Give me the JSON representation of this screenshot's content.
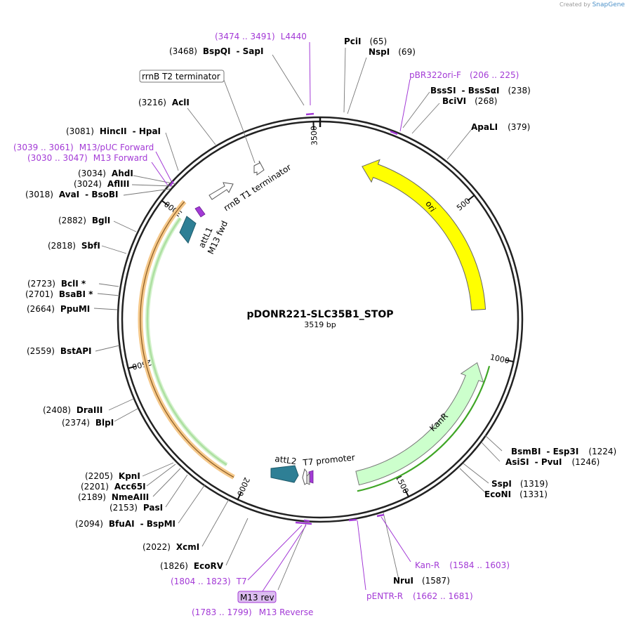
{
  "credit": {
    "prefix": "Created by",
    "brand": "SnapGene"
  },
  "plasmid": {
    "name": "pDONR221-SLC35B1_STOP",
    "size": "3519 bp",
    "length": 3519
  },
  "colors": {
    "primer": "#a33ad6",
    "ori": "#ffff00",
    "kanr": "#ccffcc",
    "attl": "#2e7f95",
    "orange_bar": "#f5c88a",
    "green_bar": "#3fa626"
  },
  "ticks": [
    {
      "bp": 500,
      "label": "500"
    },
    {
      "bp": 1000,
      "label": "1000"
    },
    {
      "bp": 1500,
      "label": "1500"
    },
    {
      "bp": 2000,
      "label": "2000"
    },
    {
      "bp": 2500,
      "label": "2500"
    },
    {
      "bp": 3000,
      "label": "3000"
    },
    {
      "bp": 3500,
      "label": "3500"
    }
  ],
  "features": [
    {
      "name": "ori",
      "label": "ori"
    },
    {
      "name": "kanr",
      "label": "KanR"
    },
    {
      "name": "attl1",
      "label": "attL1"
    },
    {
      "name": "m13fwd",
      "label": "M13 fwd"
    },
    {
      "name": "rrnbt1",
      "label": "rrnB T1 terminator"
    },
    {
      "name": "attl2",
      "label": "attL2"
    },
    {
      "name": "t7",
      "label": "T7 promoter"
    }
  ],
  "boxed_labels": {
    "rrnb_t2": "rrnB T2 terminator",
    "m13rev": "M13 rev"
  },
  "sites": [
    {
      "id": "l4440",
      "text": [
        "(3474 .. 3491)",
        "L4440"
      ]
    },
    {
      "id": "bspqi",
      "text": [
        "(3468)",
        "BspQI",
        "- SapI"
      ]
    },
    {
      "id": "pcii",
      "text": [
        "PciI",
        "(65)"
      ]
    },
    {
      "id": "nspi",
      "text": [
        "NspI",
        "(69)"
      ]
    },
    {
      "id": "pbr322",
      "text": [
        "pBR322ori-F",
        "(206 .. 225)"
      ]
    },
    {
      "id": "bsssi",
      "text": [
        "BssSI",
        "- BssSαI",
        "(238)"
      ]
    },
    {
      "id": "bcivi",
      "text": [
        "BciVI",
        "(268)"
      ]
    },
    {
      "id": "apali",
      "text": [
        "ApaLI",
        "(379)"
      ]
    },
    {
      "id": "acli",
      "text": [
        "(3216)",
        "AclI"
      ]
    },
    {
      "id": "hincii",
      "text": [
        "(3081)",
        "HincII",
        "- HpaI"
      ]
    },
    {
      "id": "m13puc",
      "text": [
        "(3039 .. 3061)",
        "M13/pUC Forward"
      ]
    },
    {
      "id": "m13fwdprimer",
      "text": [
        "(3030 .. 3047)",
        "M13 Forward"
      ]
    },
    {
      "id": "ahdi",
      "text": [
        "(3034)",
        "AhdI"
      ]
    },
    {
      "id": "aflii",
      "text": [
        "(3024)",
        "AflIII"
      ]
    },
    {
      "id": "avai",
      "text": [
        "(3018)",
        "AvaI",
        "- BsoBI"
      ]
    },
    {
      "id": "bgli",
      "text": [
        "(2882)",
        "BglI"
      ]
    },
    {
      "id": "sbfi",
      "text": [
        "(2818)",
        "SbfI"
      ]
    },
    {
      "id": "bcli",
      "text": [
        "(2723)",
        "BclI *"
      ]
    },
    {
      "id": "bsabi",
      "text": [
        "(2701)",
        "BsaBI *"
      ]
    },
    {
      "id": "ppumi",
      "text": [
        "(2664)",
        "PpuMI"
      ]
    },
    {
      "id": "bstapi",
      "text": [
        "(2559)",
        "BstAPI"
      ]
    },
    {
      "id": "draiii",
      "text": [
        "(2408)",
        "DraIII"
      ]
    },
    {
      "id": "blpi",
      "text": [
        "(2374)",
        "BlpI"
      ]
    },
    {
      "id": "kpni",
      "text": [
        "(2205)",
        "KpnI"
      ]
    },
    {
      "id": "acc65i",
      "text": [
        "(2201)",
        "Acc65I"
      ]
    },
    {
      "id": "nmeaiii",
      "text": [
        "(2189)",
        "NmeAIII"
      ]
    },
    {
      "id": "pasi",
      "text": [
        "(2153)",
        "PasI"
      ]
    },
    {
      "id": "bfuai",
      "text": [
        "(2094)",
        "BfuAI",
        "- BspMI"
      ]
    },
    {
      "id": "xcmi",
      "text": [
        "(2022)",
        "XcmI"
      ]
    },
    {
      "id": "ecorv",
      "text": [
        "(1826)",
        "EcoRV"
      ]
    },
    {
      "id": "t7primer",
      "text": [
        "(1804 .. 1823)",
        "T7"
      ]
    },
    {
      "id": "m13reverse",
      "text": [
        "(1783 .. 1799)",
        "M13 Reverse"
      ]
    },
    {
      "id": "bsmbi",
      "text": [
        "BsmBI",
        "- Esp3I",
        "(1224)"
      ]
    },
    {
      "id": "asisi",
      "text": [
        "AsiSI",
        "- PvuI",
        "(1246)"
      ]
    },
    {
      "id": "sspi",
      "text": [
        "SspI",
        "(1319)"
      ]
    },
    {
      "id": "econi",
      "text": [
        "EcoNI",
        "(1331)"
      ]
    },
    {
      "id": "kanrprimer",
      "text": [
        "Kan-R",
        "(1584 .. 1603)"
      ]
    },
    {
      "id": "nrui",
      "text": [
        "NruI",
        "(1587)"
      ]
    },
    {
      "id": "pentr",
      "text": [
        "pENTR-R",
        "(1662 .. 1681)"
      ]
    }
  ]
}
